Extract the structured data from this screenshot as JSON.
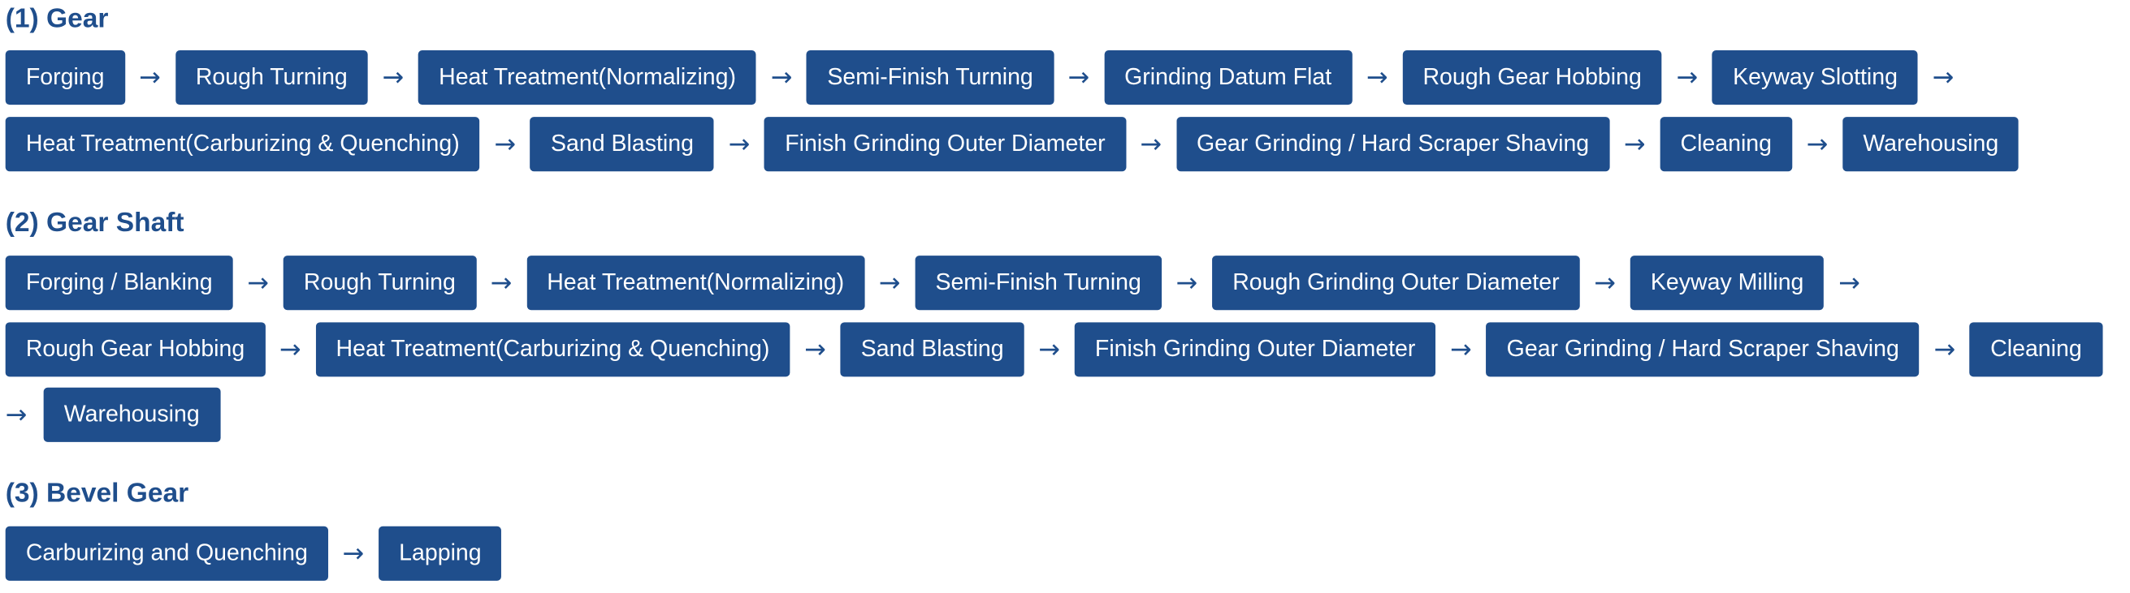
{
  "colors": {
    "accent": "#1f4e8c",
    "box_text": "#ffffff",
    "background": "#ffffff"
  },
  "arrow_glyph": "→",
  "sections": [
    {
      "title": "(1) Gear",
      "steps": [
        "Forging",
        "Rough Turning",
        "Heat Treatment(Normalizing)",
        "Semi-Finish Turning",
        "Grinding Datum Flat",
        "Rough Gear Hobbing",
        "Keyway Slotting",
        "Heat Treatment(Carburizing & Quenching)",
        "Sand Blasting",
        "Finish Grinding Outer Diameter",
        "Gear Grinding / Hard Scraper Shaving",
        "Cleaning",
        "Warehousing"
      ]
    },
    {
      "title": "(2) Gear Shaft",
      "steps": [
        "Forging / Blanking",
        "Rough Turning",
        "Heat Treatment(Normalizing)",
        "Semi-Finish Turning",
        "Rough Grinding Outer Diameter",
        "Keyway Milling",
        "Rough Gear Hobbing",
        "Heat Treatment(Carburizing & Quenching)",
        "Sand Blasting",
        "Finish Grinding Outer Diameter",
        "Gear Grinding / Hard Scraper Shaving",
        "Cleaning",
        "Warehousing"
      ]
    },
    {
      "title": "(3) Bevel Gear",
      "steps": [
        "Carburizing and Quenching",
        "Lapping"
      ]
    }
  ]
}
